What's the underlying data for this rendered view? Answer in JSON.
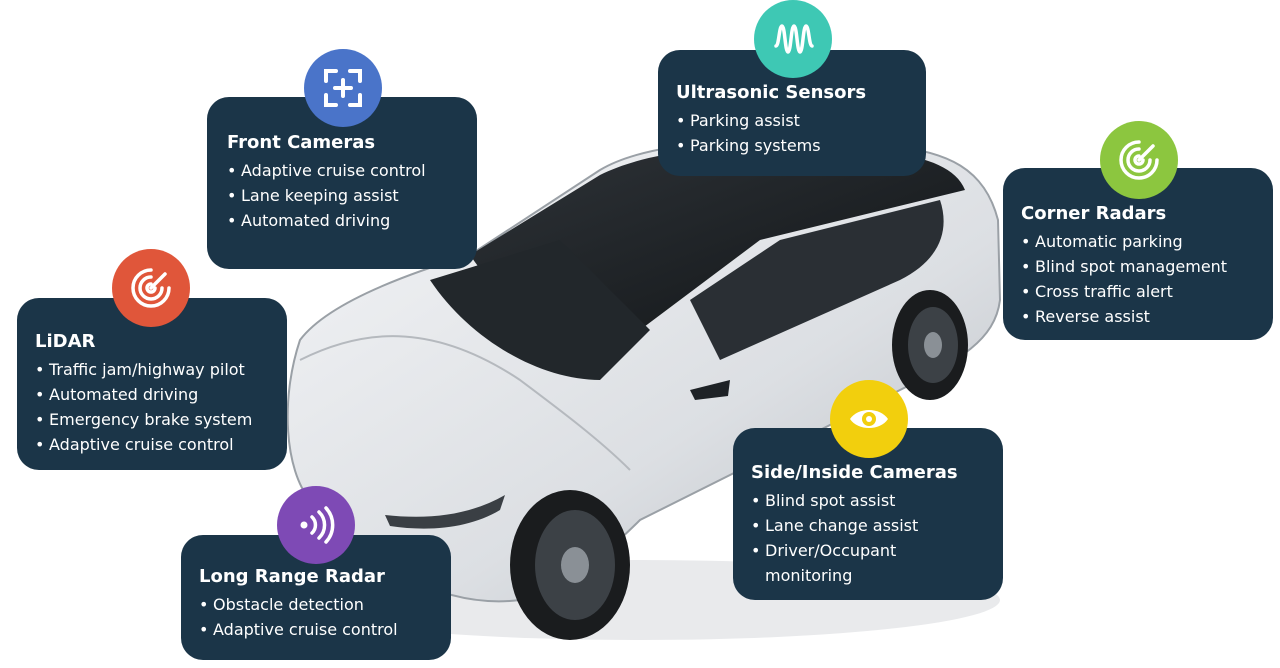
{
  "panels": {
    "front_cameras": {
      "title": "Front Cameras",
      "items": [
        "Adaptive cruise control",
        "Lane keeping assist",
        "Automated driving"
      ],
      "icon": "camera-frame-plus-icon",
      "color": "#4a74c9"
    },
    "ultrasonic_sensors": {
      "title": "Ultrasonic Sensors",
      "items": [
        "Parking assist",
        "Parking systems"
      ],
      "icon": "waveform-icon",
      "color": "#3ec8b4"
    },
    "corner_radars": {
      "title": "Corner Radars",
      "items": [
        "Automatic parking",
        "Blind spot management",
        "Cross traffic alert",
        "Reverse assist"
      ],
      "icon": "radar-icon",
      "color": "#8cc63f"
    },
    "lidar": {
      "title": "LiDAR",
      "items": [
        "Traffic jam/highway pilot",
        "Automated driving",
        "Emergency brake system",
        "Adaptive cruise control"
      ],
      "icon": "radar-icon",
      "color": "#e0563a"
    },
    "side_inside_cameras": {
      "title": "Side/Inside Cameras",
      "items": [
        "Blind spot assist",
        "Lane change assist",
        "Driver/Occupant monitoring"
      ],
      "icon": "eye-icon",
      "color": "#f2cf0d"
    },
    "long_range_radar": {
      "title": "Long Range Radar",
      "items": [
        "Obstacle detection",
        "Adaptive cruise control"
      ],
      "icon": "signal-waves-icon",
      "color": "#7e4ab5"
    }
  },
  "colors": {
    "card_background": "#1b3548",
    "car_body": "#e4e6ea",
    "car_glass": "#1e2226"
  }
}
